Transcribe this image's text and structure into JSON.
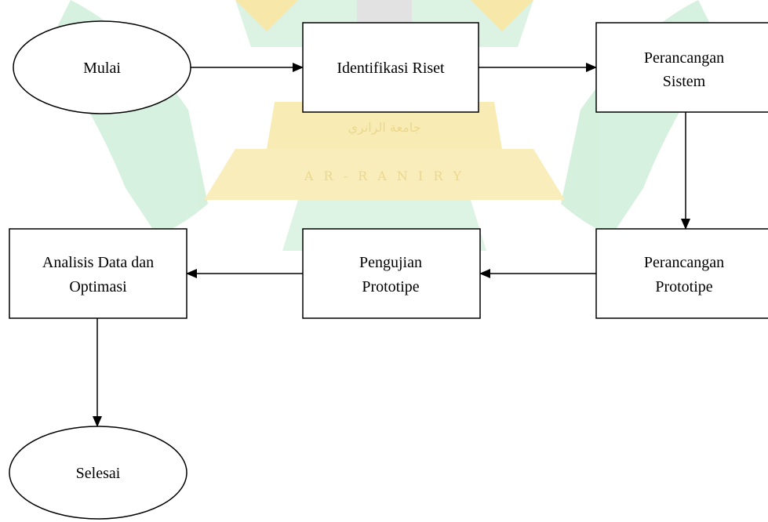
{
  "colors": {
    "watermark_green": "#c9ecd4",
    "watermark_yellow": "#f6e7a0",
    "watermark_gray": "#e4e4e4",
    "stroke": "#000000",
    "fill": "#ffffff"
  },
  "watermark": {
    "arabic": "جامعة الرانري",
    "latin": "A R - R A N I R Y"
  },
  "nodes": {
    "mulai": {
      "label": "Mulai"
    },
    "identifikasi": {
      "label": "Identifikasi Riset"
    },
    "perancangan_sistem": {
      "line1": "Perancangan",
      "line2": "Sistem"
    },
    "perancangan_prototipe": {
      "line1": "Perancangan",
      "line2": "Prototipe"
    },
    "pengujian": {
      "line1": "Pengujian",
      "line2": "Prototipe"
    },
    "analisis": {
      "line1": "Analisis Data dan",
      "line2": "Optimasi"
    },
    "selesai": {
      "label": "Selesai"
    }
  }
}
